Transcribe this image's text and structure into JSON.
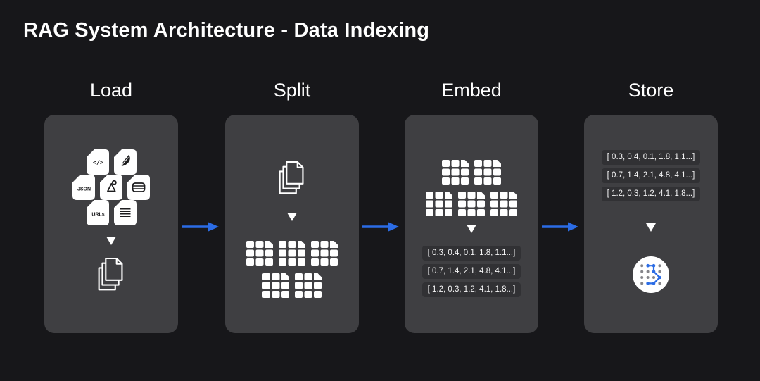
{
  "title": "RAG System Architecture - Data Indexing",
  "stages": [
    {
      "label": "Load"
    },
    {
      "label": "Split"
    },
    {
      "label": "Embed"
    },
    {
      "label": "Store"
    }
  ],
  "load_files": [
    {
      "icon": "code-file-icon",
      "text": "</>"
    },
    {
      "icon": "pdf-file-icon"
    },
    {
      "icon": "json-file-icon",
      "text": "JSON"
    },
    {
      "icon": "design-file-icon"
    },
    {
      "icon": "table-file-icon"
    },
    {
      "icon": "urls-file-icon",
      "text": "URLs"
    },
    {
      "icon": "text-file-icon"
    }
  ],
  "vectors": [
    "[ 0.3, 0.4, 0.1, 1.8, 1.1...]",
    "[ 0.7, 1.4, 2.1, 4.8, 4.1...]",
    "[ 1.2, 0.3, 1.2, 4.1, 1.8...]"
  ],
  "colors": {
    "background": "#17171a",
    "card": "#3f3f42",
    "arrow_blue": "#2b6ce5",
    "vector_pill": "#313134",
    "dot_gray": "#85858a",
    "text_white": "#ffffff"
  }
}
